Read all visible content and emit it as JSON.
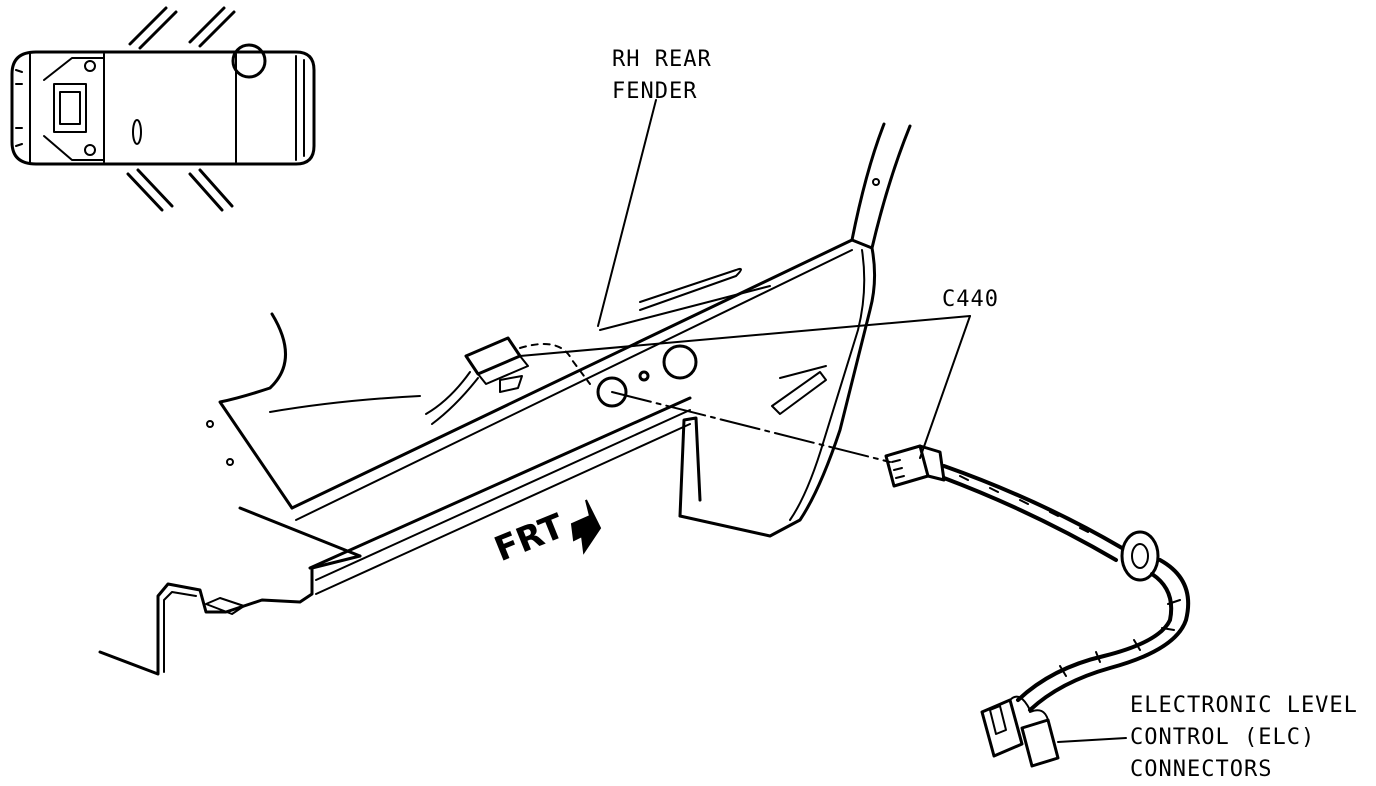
{
  "labels": {
    "fender_line1": "RH REAR",
    "fender_line2": "FENDER",
    "connector": "C440",
    "elc_line1": "ELECTRONIC LEVEL",
    "elc_line2": "CONTROL (ELC)",
    "elc_line3": "CONNECTORS",
    "frt": "FRT"
  },
  "colors": {
    "line": "#000000",
    "background": "#ffffff"
  }
}
